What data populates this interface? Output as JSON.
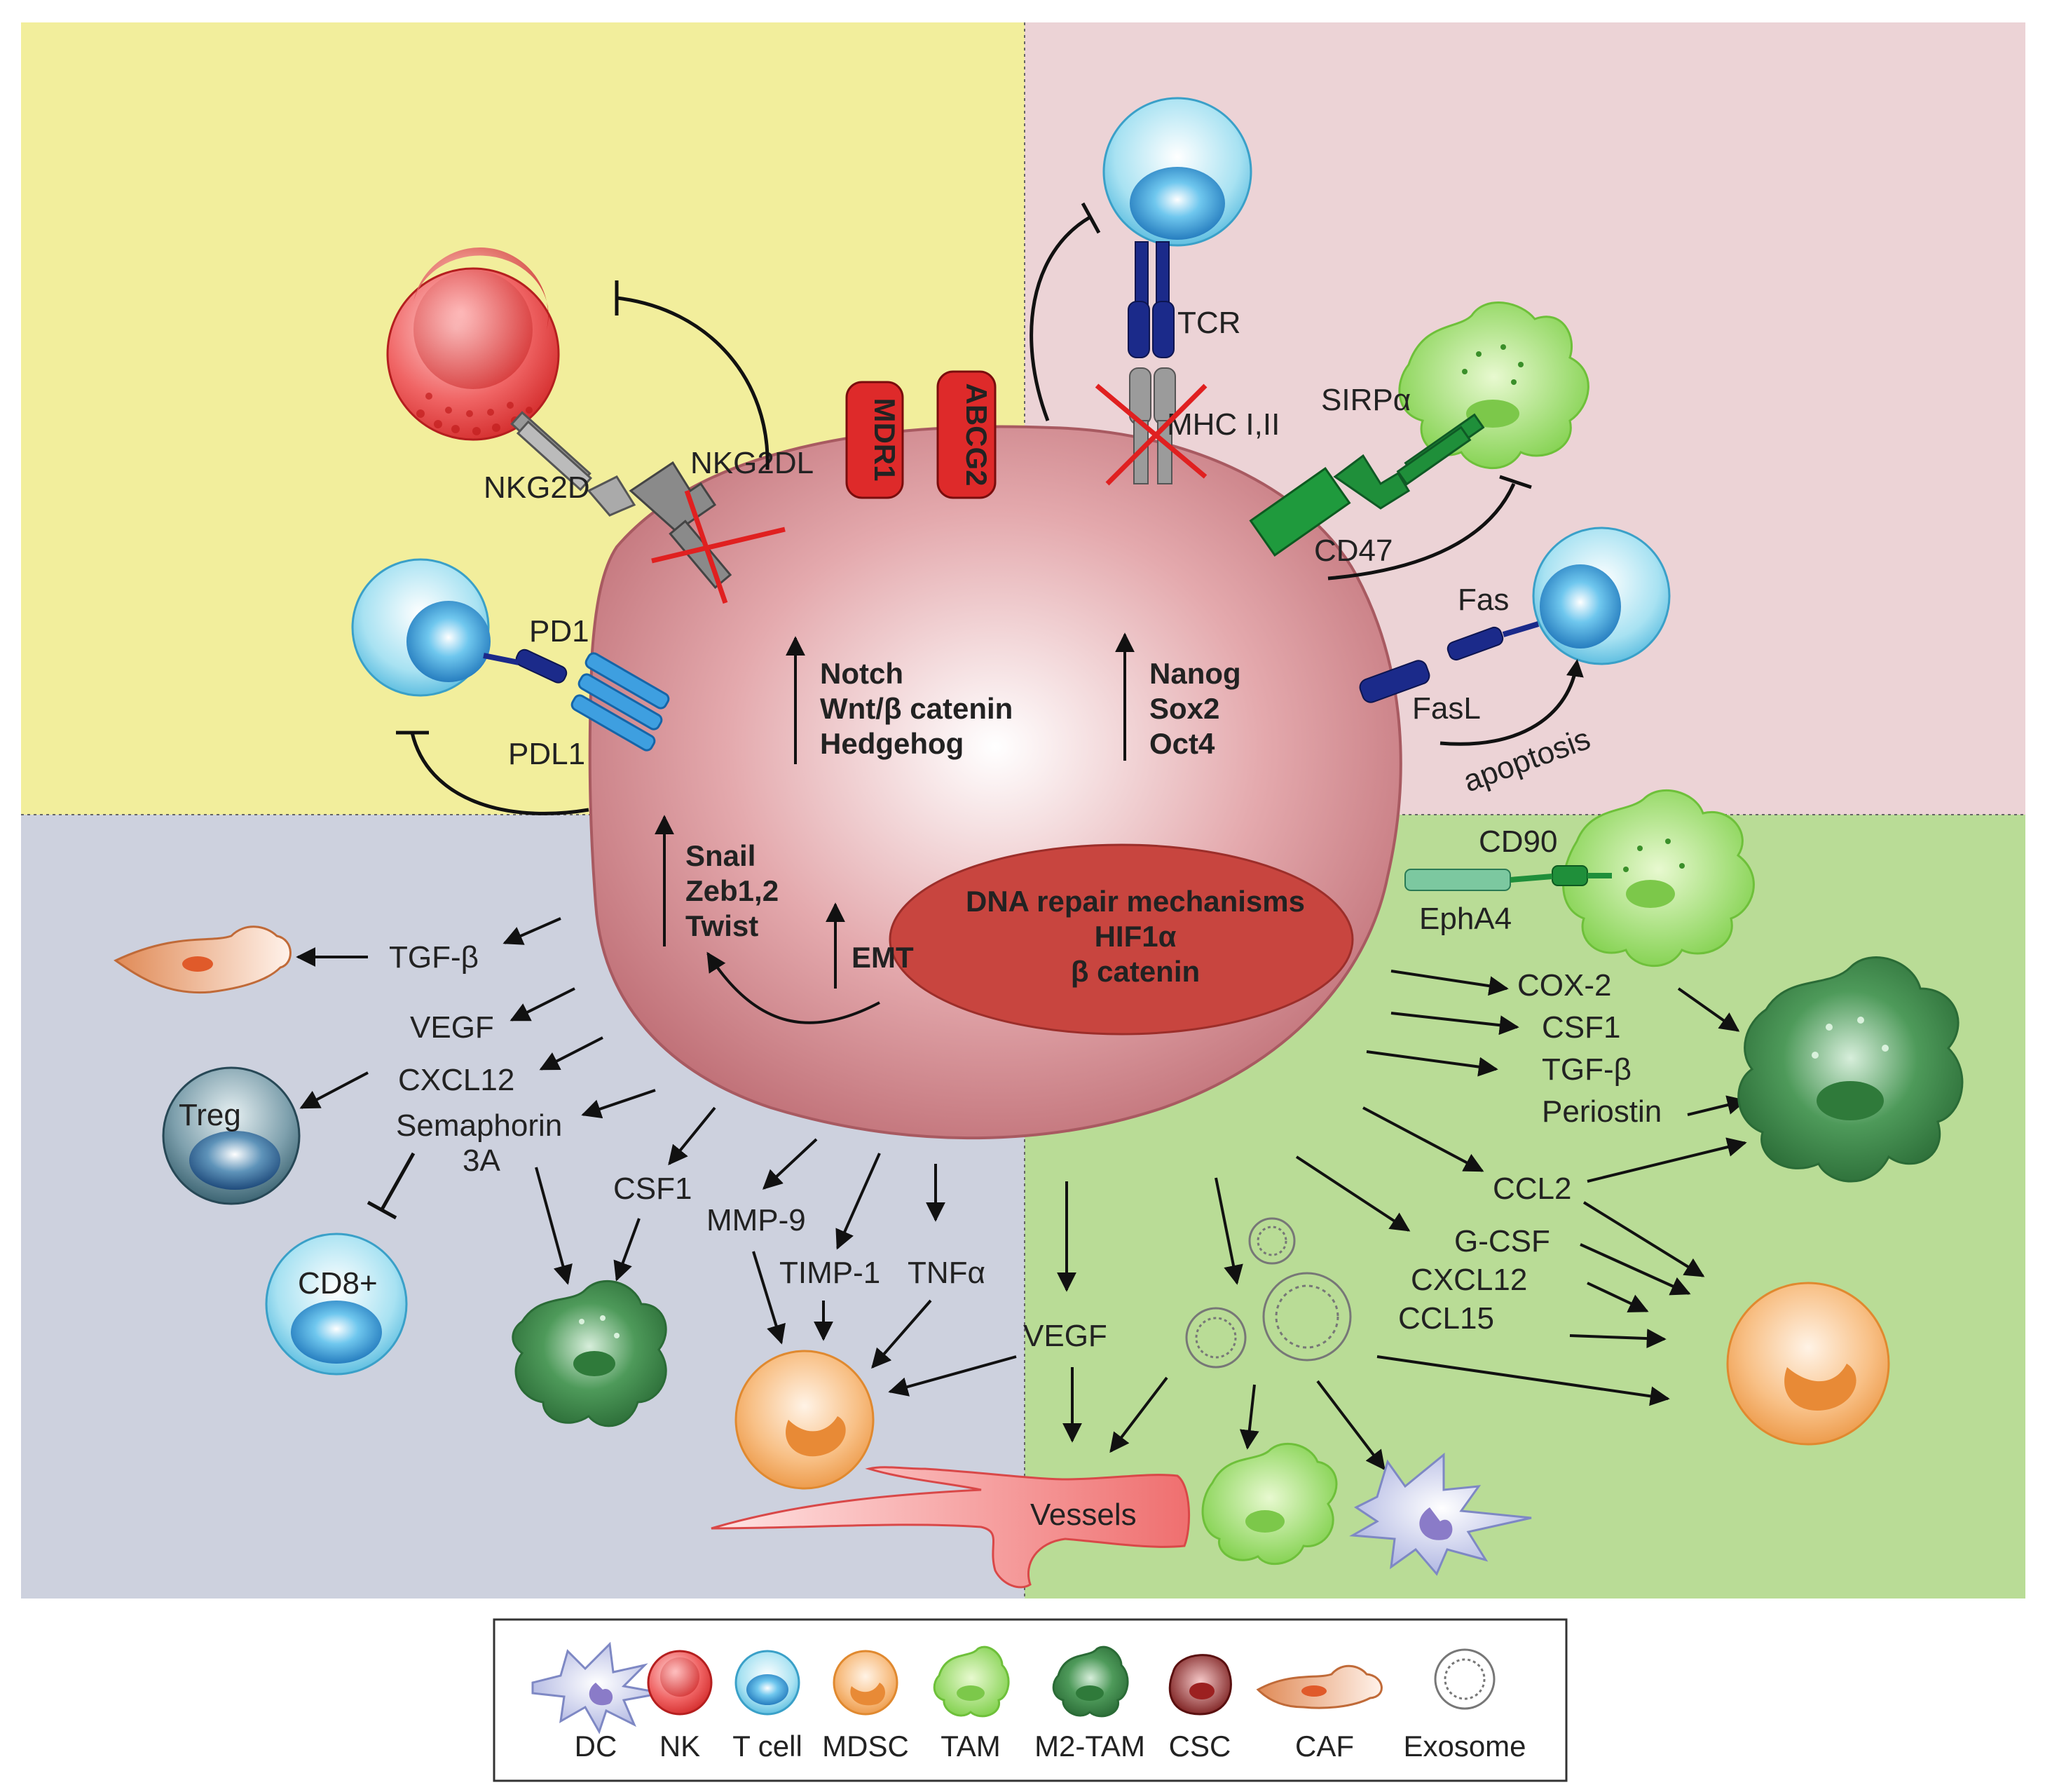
{
  "colors": {
    "quadrant_top_left": "#f2ee9c",
    "quadrant_top_right": "#ecd3d6",
    "quadrant_bottom_left": "#cdd1de",
    "quadrant_bottom_right": "#b9dc96",
    "csc_body": "#d68a8f",
    "nucleus": "#c8453f",
    "inhibition_cross": "#e02020"
  },
  "receptors": {
    "mdr1": "MDR1",
    "abcg2": "ABCG2"
  },
  "labels": {
    "nkg2d": "NKG2D",
    "nkg2dl": "NKG2DL",
    "pd1": "PD1",
    "pdl1": "PDL1",
    "tcr": "TCR",
    "mhc": "MHC I,II",
    "sirpa": "SIRPα",
    "cd47": "CD47",
    "fas": "Fas",
    "fasl": "FasL",
    "apoptosis": "apoptosis",
    "cd90": "CD90",
    "epha4": "EphA4",
    "vessels": "Vessels",
    "treg": "Treg",
    "cd8": "CD8+"
  },
  "pathways": {
    "left": [
      "Notch",
      "Wnt/β catenin",
      "Hedgehog"
    ],
    "right": [
      "Nanog",
      "Sox2",
      "Oct4"
    ],
    "emt_factors": [
      "Snail",
      "Zeb1,2",
      "Twist"
    ],
    "emt": "EMT",
    "nucleus": [
      "DNA repair mechanisms",
      "HIF1α",
      "β catenin"
    ]
  },
  "secreted_left": {
    "tgfb": "TGF-β",
    "vegf": "VEGF",
    "cxcl12": "CXCL12",
    "semaphorin": "Semaphorin",
    "semaphorin_sub": "3A",
    "csf1": "CSF1",
    "mmp9": "MMP-9",
    "timp1": "TIMP-1",
    "tnfa": "TNFα"
  },
  "secreted_right": {
    "cox2": "COX-2",
    "csf1": "CSF1",
    "tgfb": "TGF-β",
    "periostin": "Periostin",
    "ccl2": "CCL2",
    "gcsf": "G-CSF",
    "cxcl12": "CXCL12",
    "ccl15": "CCL15",
    "vegf": "VEGF"
  },
  "legend": {
    "items": [
      {
        "icon": "dc-icon",
        "label": "DC"
      },
      {
        "icon": "nk-icon",
        "label": "NK"
      },
      {
        "icon": "t-cell-icon",
        "label": "T cell"
      },
      {
        "icon": "mdsc-icon",
        "label": "MDSC"
      },
      {
        "icon": "tam-icon",
        "label": "TAM"
      },
      {
        "icon": "m2-tam-icon",
        "label": "M2-TAM"
      },
      {
        "icon": "csc-icon",
        "label": "CSC"
      },
      {
        "icon": "caf-icon",
        "label": "CAF"
      },
      {
        "icon": "exosome-icon",
        "label": "Exosome"
      }
    ]
  }
}
